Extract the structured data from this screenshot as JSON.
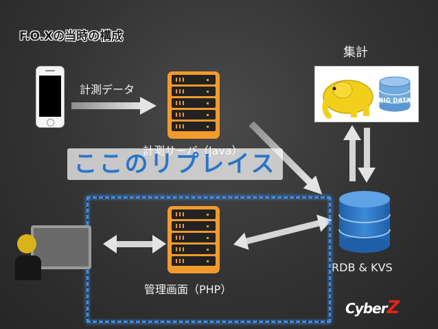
{
  "title": "F.O.Xの当時の構成",
  "labels": {
    "aggregate": "集計",
    "measurement_data": "計測データ",
    "measurement_server": "計測サーバ（Java）",
    "replace_here": "ここのリプレイス",
    "db": "RDB & KVS",
    "admin_screen": "管理画面（PHP）"
  },
  "hadoop_image": {
    "db_text": "BIG DATA"
  },
  "logo": {
    "text_main": "Cyber",
    "text_accent": "Z"
  },
  "colors": {
    "server_orange": "#f39a2c",
    "highlight_blue": "#3f8ee8",
    "db_blue": "#2d78c8",
    "arrow_gray": "#c8c8c8"
  }
}
